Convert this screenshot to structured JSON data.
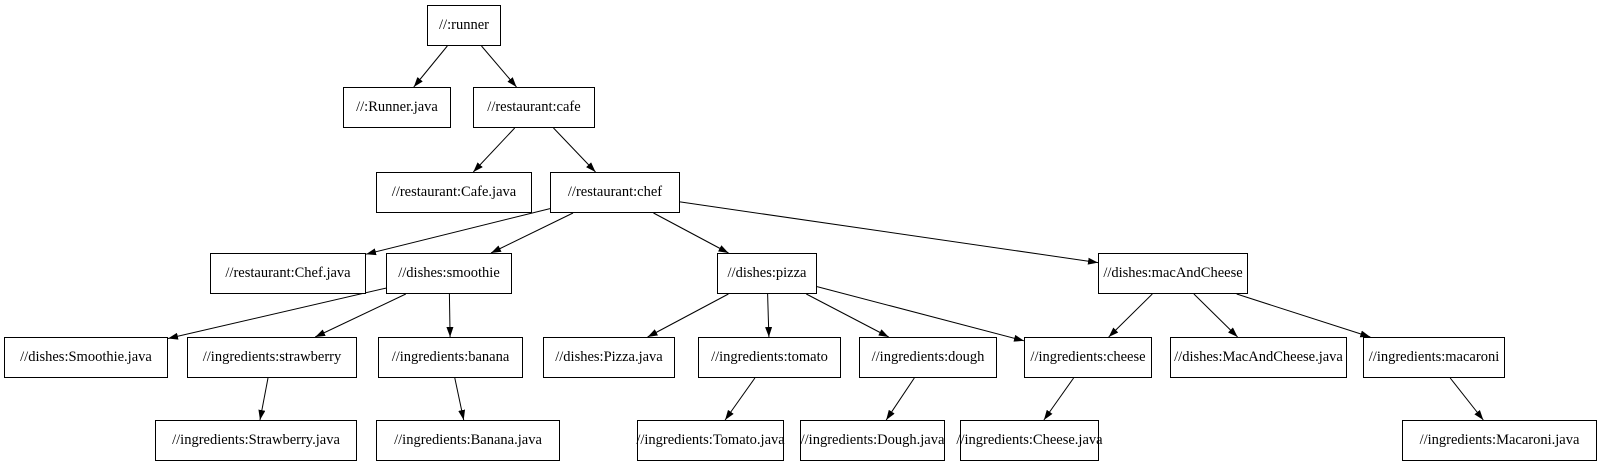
{
  "graph": {
    "title": "",
    "nodes": [
      {
        "id": "runner",
        "label": "//:runner"
      },
      {
        "id": "runner-java",
        "label": "//:Runner.java"
      },
      {
        "id": "cafe",
        "label": "//restaurant:cafe"
      },
      {
        "id": "cafe-java",
        "label": "//restaurant:Cafe.java"
      },
      {
        "id": "chef",
        "label": "//restaurant:chef"
      },
      {
        "id": "chef-java",
        "label": "//restaurant:Chef.java"
      },
      {
        "id": "smoothie",
        "label": "//dishes:smoothie"
      },
      {
        "id": "pizza",
        "label": "//dishes:pizza"
      },
      {
        "id": "macandcheese",
        "label": "//dishes:macAndCheese"
      },
      {
        "id": "smoothie-java",
        "label": "//dishes:Smoothie.java"
      },
      {
        "id": "strawberry",
        "label": "//ingredients:strawberry"
      },
      {
        "id": "banana",
        "label": "//ingredients:banana"
      },
      {
        "id": "pizza-java",
        "label": "//dishes:Pizza.java"
      },
      {
        "id": "tomato",
        "label": "//ingredients:tomato"
      },
      {
        "id": "dough",
        "label": "//ingredients:dough"
      },
      {
        "id": "cheese",
        "label": "//ingredients:cheese"
      },
      {
        "id": "macandcheese-java",
        "label": "//dishes:MacAndCheese.java"
      },
      {
        "id": "macaroni",
        "label": "//ingredients:macaroni"
      },
      {
        "id": "strawberry-java",
        "label": "//ingredients:Strawberry.java"
      },
      {
        "id": "banana-java",
        "label": "//ingredients:Banana.java"
      },
      {
        "id": "tomato-java",
        "label": "//ingredients:Tomato.java"
      },
      {
        "id": "dough-java",
        "label": "//ingredients:Dough.java"
      },
      {
        "id": "cheese-java",
        "label": "//ingredients:Cheese.java"
      },
      {
        "id": "macaroni-java",
        "label": "//ingredients:Macaroni.java"
      }
    ],
    "edges": [
      {
        "from": "runner",
        "to": "runner-java"
      },
      {
        "from": "runner",
        "to": "cafe"
      },
      {
        "from": "cafe",
        "to": "cafe-java"
      },
      {
        "from": "cafe",
        "to": "chef"
      },
      {
        "from": "chef",
        "to": "chef-java"
      },
      {
        "from": "chef",
        "to": "smoothie"
      },
      {
        "from": "chef",
        "to": "pizza"
      },
      {
        "from": "chef",
        "to": "macandcheese"
      },
      {
        "from": "smoothie",
        "to": "smoothie-java"
      },
      {
        "from": "smoothie",
        "to": "strawberry"
      },
      {
        "from": "smoothie",
        "to": "banana"
      },
      {
        "from": "strawberry",
        "to": "strawberry-java"
      },
      {
        "from": "banana",
        "to": "banana-java"
      },
      {
        "from": "pizza",
        "to": "pizza-java"
      },
      {
        "from": "pizza",
        "to": "tomato"
      },
      {
        "from": "pizza",
        "to": "dough"
      },
      {
        "from": "pizza",
        "to": "cheese"
      },
      {
        "from": "macandcheese",
        "to": "cheese"
      },
      {
        "from": "macandcheese",
        "to": "macandcheese-java"
      },
      {
        "from": "macandcheese",
        "to": "macaroni"
      },
      {
        "from": "tomato",
        "to": "tomato-java"
      },
      {
        "from": "dough",
        "to": "dough-java"
      },
      {
        "from": "cheese",
        "to": "cheese-java"
      },
      {
        "from": "macaroni",
        "to": "macaroni-java"
      }
    ],
    "colors": {
      "background": "#ffffff",
      "node_fill": "#ffffff",
      "node_border": "#000000",
      "edge": "#000000",
      "text": "#000000"
    }
  }
}
